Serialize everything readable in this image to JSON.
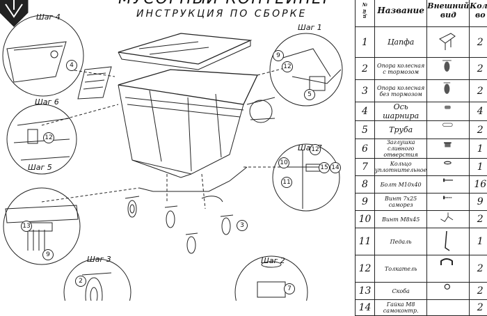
{
  "title": "МУСОРНЫЙ КОНТЕЙНЕР",
  "subtitle": "ИНСТРУКЦИЯ ПО СБОРКЕ",
  "steps": {
    "s1": "Шаг 1",
    "s2": "Шаг 2",
    "s3": "Шаг 3",
    "s4": "Шаг 4",
    "s5": "Шаг 5",
    "s6": "Шаг 6",
    "s7": "Шаг 7"
  },
  "callouts": {
    "c12a": "12",
    "c9a": "9",
    "c5a": "5",
    "c4": "4",
    "c12b": "12",
    "c10": "10",
    "c11": "11",
    "c15": "15",
    "c14": "14",
    "c13": "13",
    "c9b": "9",
    "c3": "3",
    "c2": "2",
    "c7": "7"
  },
  "table": {
    "header": {
      "no": "№ п/п",
      "name": "Название",
      "view": "Внешний вид",
      "qty": "Кол-во"
    },
    "rows": [
      {
        "no": "1",
        "name": "Цапфа",
        "qty": "2",
        "small": false
      },
      {
        "no": "2",
        "name": "Опора колесная с тормозом",
        "qty": "2",
        "small": true
      },
      {
        "no": "3",
        "name": "Опора колесная без тормозом",
        "qty": "2",
        "small": true
      },
      {
        "no": "4",
        "name": "Ось шарнира",
        "qty": "4",
        "small": false
      },
      {
        "no": "5",
        "name": "Труба",
        "qty": "2",
        "small": false
      },
      {
        "no": "6",
        "name": "Заглушка сливного отверстия",
        "qty": "1",
        "small": true
      },
      {
        "no": "7",
        "name": "Кольцо уплотнительное",
        "qty": "1",
        "small": true
      },
      {
        "no": "8",
        "name": "Болт М10х40",
        "qty": "16",
        "small": true
      },
      {
        "no": "9",
        "name": "Винт 7х25 саморез",
        "qty": "9",
        "small": true
      },
      {
        "no": "10",
        "name": "Винт М8х45",
        "qty": "2",
        "small": true
      },
      {
        "no": "11",
        "name": "Педаль",
        "qty": "1",
        "small": true
      },
      {
        "no": "12",
        "name": "Толкатель",
        "qty": "2",
        "small": true
      },
      {
        "no": "13",
        "name": "Скоба",
        "qty": "2",
        "small": true
      },
      {
        "no": "14",
        "name": "Гайка М8 самоконтр.",
        "qty": "2",
        "small": true
      }
    ]
  },
  "icons": [
    "logo-icon",
    "trunnion-icon",
    "caster-brake-icon",
    "caster-icon",
    "axle-icon",
    "tube-icon",
    "drain-plug-icon",
    "o-ring-icon",
    "bolt-icon",
    "screw-icon",
    "pedal-icon",
    "pusher-icon",
    "bracket-icon",
    "nut-icon"
  ]
}
